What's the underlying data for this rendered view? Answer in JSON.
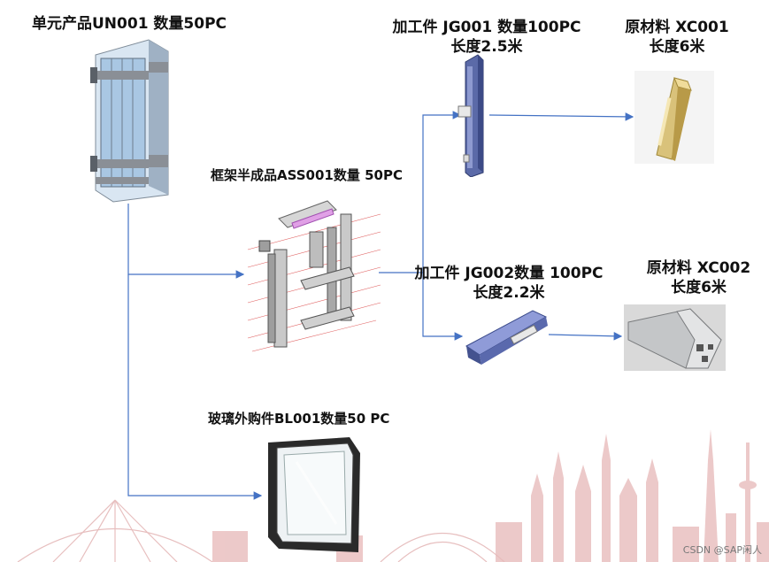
{
  "nodes": {
    "un001": {
      "line1": "单元产品UN001 数量50PC",
      "image": "curtain-wall-unit"
    },
    "ass001": {
      "line1": "框架半成品ASS001数量 50PC",
      "image": "frame-exploded-assembly"
    },
    "jg001": {
      "line1": "加工件 JG001 数量100PC",
      "line2": "长度2.5米",
      "image": "vertical-profile"
    },
    "xc001": {
      "line1": "原材料 XC001",
      "line2": "长度6米",
      "image": "gold-aluminum-profile"
    },
    "jg002": {
      "line1": "加工件 JG002数量 100PC",
      "line2": "长度2.2米",
      "image": "horizontal-profile"
    },
    "xc002": {
      "line1": "原材料 XC002",
      "line2": "长度6米",
      "image": "silver-aluminum-profile"
    },
    "bl001": {
      "line1": "玻璃外购件BL001数量50 PC",
      "image": "insulated-glass-panel"
    }
  },
  "watermark": "CSDN @SAP闲人",
  "colors": {
    "connector": "#4472c4",
    "skyline": "#d9a5a5"
  }
}
